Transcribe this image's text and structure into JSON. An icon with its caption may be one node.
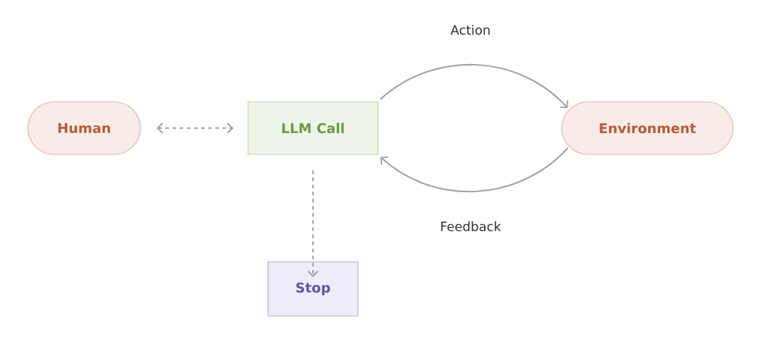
{
  "diagram": {
    "nodes": [
      {
        "text": [
          "Human"
        ]
      },
      {
        "text": [
          "LLM Call"
        ]
      },
      {
        "text": [
          "Environment"
        ]
      },
      {
        "text": [
          "Stop"
        ]
      }
    ],
    "edges": [
      {
        "from": 0,
        "to": 1,
        "arrow": "both",
        "style": "dashed"
      },
      {
        "from": 1,
        "to": 2,
        "arrow": "to",
        "label": "Action"
      },
      {
        "from": 2,
        "to": 1,
        "arrow": "to",
        "label": "Feedback"
      },
      {
        "from": 1,
        "to": 3,
        "arrow": "to",
        "style": "dashed"
      }
    ]
  }
}
